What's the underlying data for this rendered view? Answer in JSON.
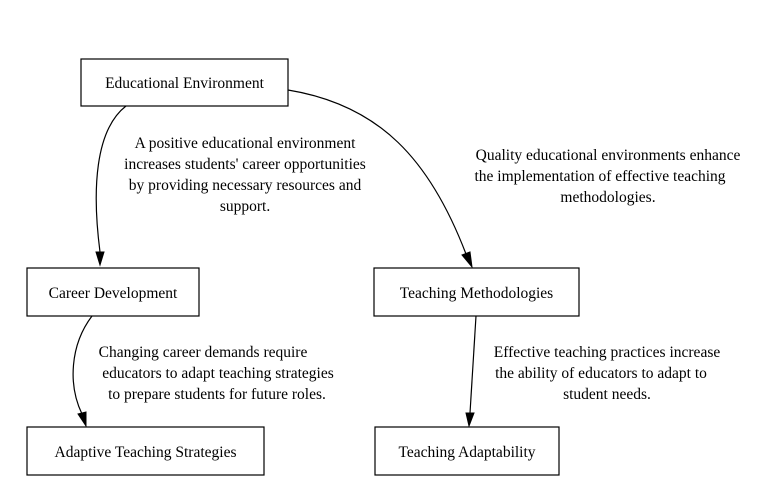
{
  "nodes": {
    "educational_environment": "Educational Environment",
    "career_development": "Career Development",
    "teaching_methodologies": "Teaching Methodologies",
    "adaptive_teaching_strategies": "Adaptive Teaching Strategies",
    "teaching_adaptability": "Teaching Adaptability"
  },
  "edges": {
    "env_to_career": [
      "A positive educational environment",
      "increases students' career opportunities",
      "by providing necessary resources and",
      "support."
    ],
    "env_to_methods": [
      "Quality educational environments enhance",
      "the implementation of effective teaching",
      "methodologies."
    ],
    "career_to_adaptive": [
      "Changing career demands require",
      "educators to adapt teaching strategies",
      "to prepare students for future roles."
    ],
    "methods_to_adaptability": [
      "Effective teaching practices increase",
      "the ability of educators to adapt to",
      "student needs."
    ]
  }
}
